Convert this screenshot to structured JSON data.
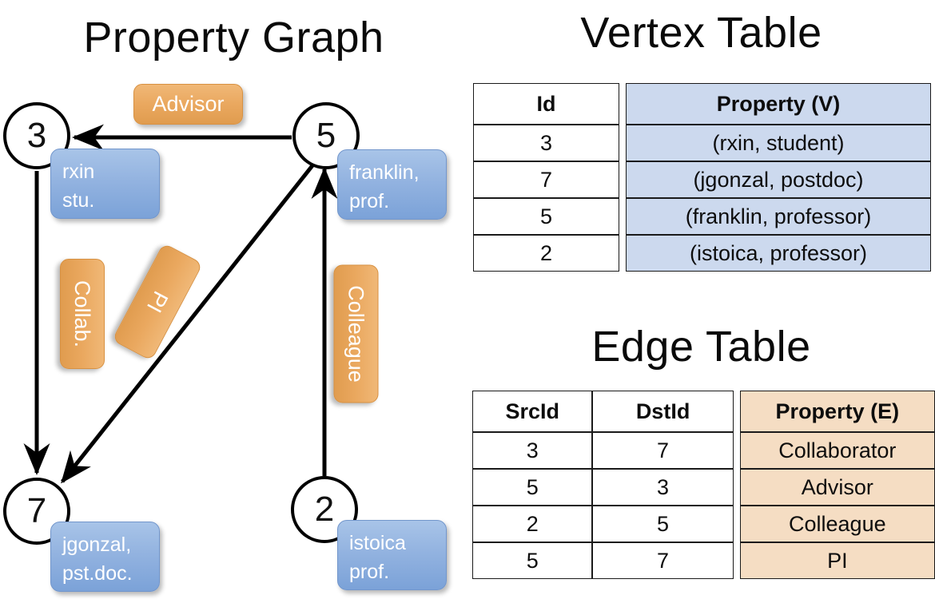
{
  "titles": {
    "property_graph": "Property Graph",
    "vertex_table": "Vertex Table",
    "edge_table": "Edge Table"
  },
  "graph": {
    "nodes": [
      {
        "id": "3",
        "label": "3",
        "property_lines": [
          "rxin",
          "stu."
        ]
      },
      {
        "id": "5",
        "label": "5",
        "property_lines": [
          "franklin,",
          "prof."
        ]
      },
      {
        "id": "7",
        "label": "7",
        "property_lines": [
          "jgonzal,",
          "pst.doc."
        ]
      },
      {
        "id": "2",
        "label": "2",
        "property_lines": [
          "istoica",
          "prof."
        ]
      }
    ],
    "edge_labels": {
      "advisor": "Advisor",
      "collab": "Collab.",
      "pi": "PI",
      "colleague": "Colleague"
    },
    "edges": [
      {
        "src": "5",
        "dst": "3",
        "label": "Advisor"
      },
      {
        "src": "3",
        "dst": "7",
        "label": "Collab."
      },
      {
        "src": "5",
        "dst": "7",
        "label": "PI"
      },
      {
        "src": "2",
        "dst": "5",
        "label": "Colleague"
      }
    ]
  },
  "vertex_table": {
    "headers": [
      "Id",
      "Property (V)"
    ],
    "rows": [
      {
        "id": "3",
        "property": "(rxin, student)"
      },
      {
        "id": "7",
        "property": "(jgonzal, postdoc)"
      },
      {
        "id": "5",
        "property": "(franklin, professor)"
      },
      {
        "id": "2",
        "property": "(istoica, professor)"
      }
    ]
  },
  "edge_table": {
    "headers": [
      "SrcId",
      "DstId",
      "Property (E)"
    ],
    "rows": [
      {
        "src": "3",
        "dst": "7",
        "property": "Collaborator"
      },
      {
        "src": "5",
        "dst": "3",
        "property": "Advisor"
      },
      {
        "src": "2",
        "dst": "5",
        "property": "Colleague"
      },
      {
        "src": "5",
        "dst": "7",
        "property": "PI"
      }
    ]
  },
  "colors": {
    "vertex_fill": "#ccd9ee",
    "edge_fill": "#f5ddc3",
    "node_box_blue": "#8fb0dd",
    "edge_label_orange": "#eaa85f",
    "stroke": "#000000",
    "background": "#ffffff"
  }
}
